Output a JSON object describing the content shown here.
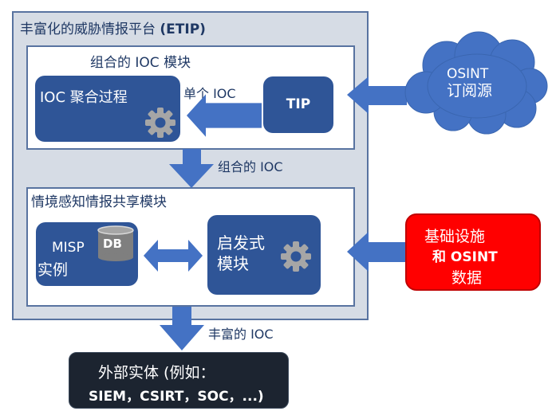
{
  "platform": {
    "title": "丰富化的威胁情报平台",
    "title_abbr": "(ETIP)"
  },
  "ioc_module": {
    "title": "组合的 IOC 模块",
    "aggregation_node": "IOC 聚合过程",
    "tip_node": "TIP",
    "single_ioc_label": "单个 IOC"
  },
  "combined_ioc_label": "组合的 IOC",
  "sharing_module": {
    "title": "情境感知情报共享模块",
    "misp_line1": "MISP",
    "misp_line2": "实例",
    "db_label": "DB",
    "heuristic_line1": "启发式",
    "heuristic_line2": "模块"
  },
  "osint_source": {
    "line1": "OSINT",
    "line2": "订阅源"
  },
  "infra_data": {
    "line1": "基础设施",
    "line2": "和 OSINT",
    "line3": "数据"
  },
  "enriched_ioc_label": "丰富的 IOC",
  "external": {
    "line1": "外部实体 (例如：",
    "line2": "SIEM，CSIRT，SOC，...)"
  },
  "colors": {
    "outer_fill": "#d6dce5",
    "border": "#5873a0",
    "node_blue": "#2f5597",
    "arrow_blue": "#4472c4",
    "cloud_blue": "#4472c4",
    "red_node": "#ff0000",
    "external_dark": "#1c2430",
    "gear_gray": "#a6a6a6",
    "db_gray": "#7f7f7f"
  }
}
